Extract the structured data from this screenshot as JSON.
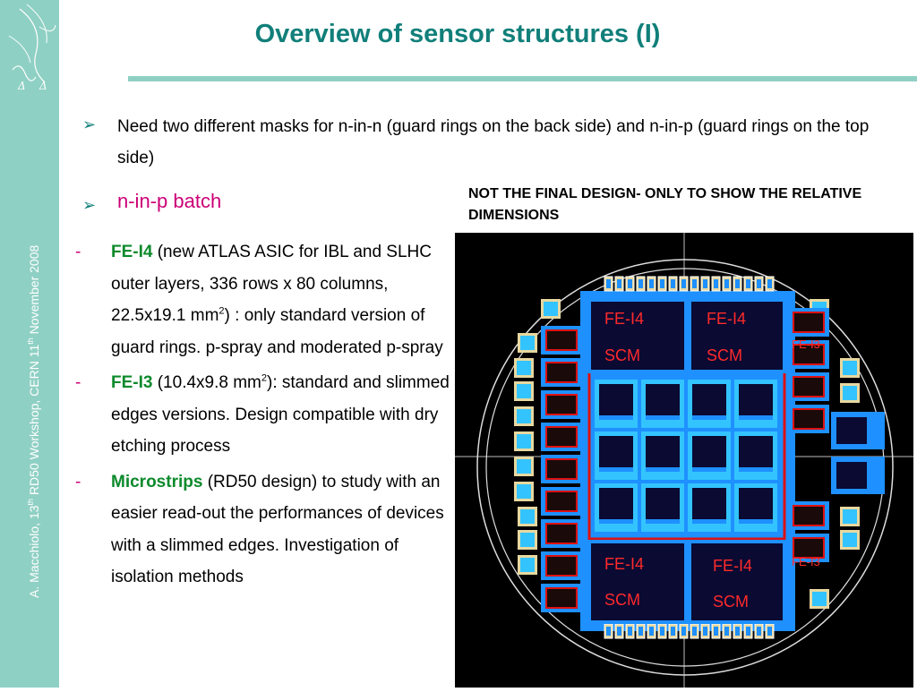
{
  "title": "Overview of sensor structures  (I)",
  "author_line": {
    "author": "A. Macchiolo, 13",
    "ord1": "th",
    "workshop": " RD50 Workshop, CERN 11",
    "ord2": "th",
    "date": " November 2008"
  },
  "bullets": [
    "Need two different masks for n-in-n  (guard rings on the back side) and n-in-p (guard rings on the top side)",
    "n-in-p  batch"
  ],
  "note": "NOT THE FINAL DESIGN- ONLY TO SHOW THE RELATIVE DIMENSIONS",
  "items": [
    {
      "dash": "-",
      "name": "FE-I4",
      "text_a": " (new ATLAS ASIC for IBL and SLHC outer layers, 336 rows x 80 columns,  22.5x19.1 mm",
      "sup": "2",
      "text_b": ") : only standard version of guard rings. p-spray and moderated p-spray"
    },
    {
      "dash": "-",
      "name": "FE-I3",
      "text_a": " (10.4x9.8 mm",
      "sup": "2",
      "text_b": "): standard and slimmed edges versions. Design compatible with dry etching process"
    },
    {
      "dash": "-",
      "name": "Microstrips",
      "text_a": " (RD50 design)  to study with an easier read-out the performances of devices with a slimmed  edges. Investigation of isolation methods",
      "sup": "",
      "text_b": ""
    }
  ],
  "wafer": {
    "big_labels": [
      [
        "FE-I4",
        "SCM"
      ],
      [
        "FE-I4",
        "SCM"
      ],
      [
        "FE-I4",
        "SCM"
      ],
      [
        "FE-I4",
        "SCM"
      ]
    ],
    "small_labels": [
      "FE-I3",
      "FE-I3"
    ]
  },
  "colors": {
    "sidebar": "#8fd0c4",
    "title": "#117f7a",
    "accent_magenta": "#cc0077",
    "item_name": "#0c8a2c",
    "die_red": "#dd1111",
    "die_blue": "#1e90ff",
    "die_cyan": "#33c4ff",
    "pad_tan": "#e8d8a0"
  }
}
